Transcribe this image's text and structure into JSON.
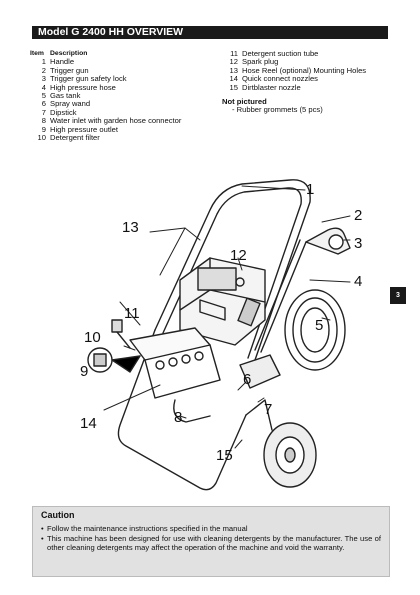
{
  "header": {
    "title": "Model G 2400 HH OVERVIEW"
  },
  "parts_list": {
    "col_item": "Item",
    "col_desc": "Description",
    "left": [
      {
        "num": "1",
        "desc": "Handle"
      },
      {
        "num": "2",
        "desc": "Trigger gun"
      },
      {
        "num": "3",
        "desc": "Trigger gun safety lock"
      },
      {
        "num": "4",
        "desc": "High pressure hose"
      },
      {
        "num": "5",
        "desc": "Gas tank"
      },
      {
        "num": "6",
        "desc": "Spray wand"
      },
      {
        "num": "7",
        "desc": "Dipstick"
      },
      {
        "num": "8",
        "desc": "Water inlet with garden hose connector"
      },
      {
        "num": "9",
        "desc": "High pressure outlet"
      },
      {
        "num": "10",
        "desc": "Detergent filter"
      }
    ],
    "right": [
      {
        "num": "11",
        "desc": "Detergent suction tube"
      },
      {
        "num": "12",
        "desc": "Spark plug"
      },
      {
        "num": "13",
        "desc": "Hose Reel (optional) Mounting Holes"
      },
      {
        "num": "14",
        "desc": "Quick connect nozzles"
      },
      {
        "num": "15",
        "desc": "Dirtblaster nozzle"
      }
    ],
    "not_pictured_title": "Not pictured",
    "not_pictured_items": [
      "- Rubber grommets (5 pcs)"
    ]
  },
  "side_tab": "3",
  "diagram": {
    "callouts": [
      "1",
      "2",
      "3",
      "4",
      "5",
      "6",
      "7",
      "8",
      "9",
      "10",
      "11",
      "12",
      "13",
      "14",
      "15"
    ]
  },
  "caution": {
    "title": "Caution",
    "items": [
      "Follow the maintenance instructions specified in the manual",
      "This machine has been designed for use with cleaning detergents by the manufacturer. The use of other cleaning detergents may affect the operation of the machine and void the warranty."
    ]
  }
}
